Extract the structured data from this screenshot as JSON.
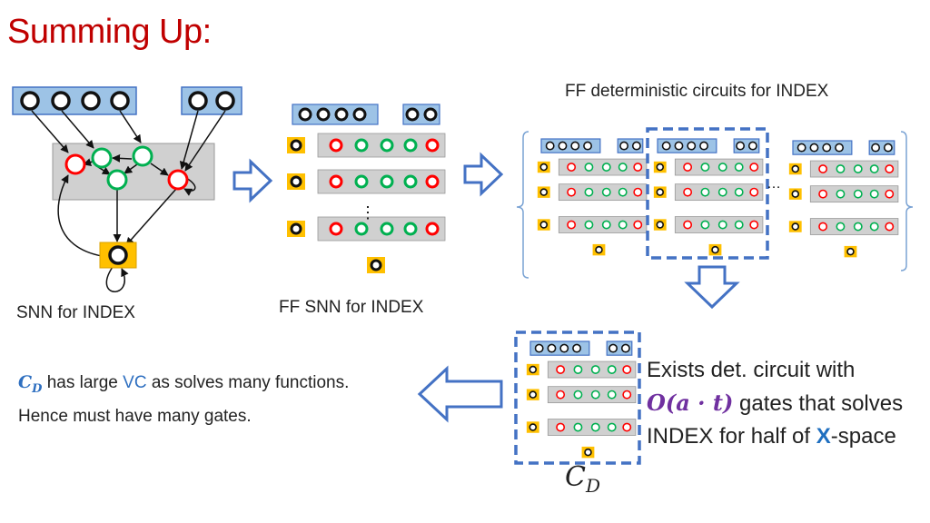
{
  "slide": {
    "title": "Summing Up:",
    "labels": {
      "snn": "SNN for INDEX",
      "ff_snn": "FF SNN for INDEX",
      "ff_det": "FF deterministic circuits for INDEX",
      "cd_label": "C",
      "cd_sub": "D"
    },
    "vc_text": {
      "cd_symbol": "C",
      "cd_sub": "D",
      "part1": "has large",
      "vc": "VC",
      "part2": "as solves many functions.",
      "line2": "Hence must have many gates."
    },
    "exists_text": {
      "line1": "Exists det. circuit with",
      "order": "O(a · t)",
      "line2_rest": "gates that solves",
      "line3_prefix": "INDEX for half of",
      "x": "X",
      "line3_suffix": "-space"
    },
    "ellipsis": "…",
    "vdots": "⋮"
  },
  "colors": {
    "title": "#c00000",
    "accent_blue": "#4472c4",
    "input_box": "#9dc3e6",
    "output_box": "#ffc000",
    "gray_panel": "#d0d0d0",
    "red_node": "#ff0000",
    "green_node": "#00b050",
    "cd_color": "#2e6fc0",
    "order_color": "#7030a0"
  }
}
